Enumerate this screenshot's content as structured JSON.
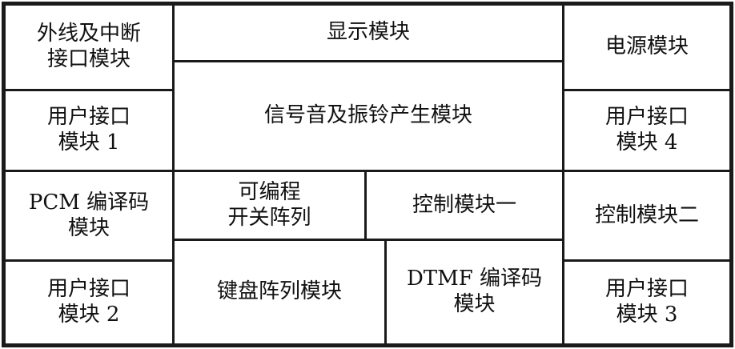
{
  "blocks": {
    "external_line": "外线及中断\n接口模块",
    "display": "显示模块",
    "power": "电源模块",
    "user_if_1": "用户接口\n模块 1",
    "tone_ring": "信号音及振铃产生模块",
    "user_if_4": "用户接口\n模块 4",
    "pcm_codec": "PCM 编译码\n模块",
    "prog_switch": "可编程\n开关阵列",
    "control_1": "控制模块一",
    "control_2": "控制模块二",
    "user_if_2": "用户接口\n模块 2",
    "keypad": "键盘阵列模块",
    "dtmf_codec": "DTMF 编译码\n模块",
    "user_if_3": "用户接口\n模块 3"
  }
}
